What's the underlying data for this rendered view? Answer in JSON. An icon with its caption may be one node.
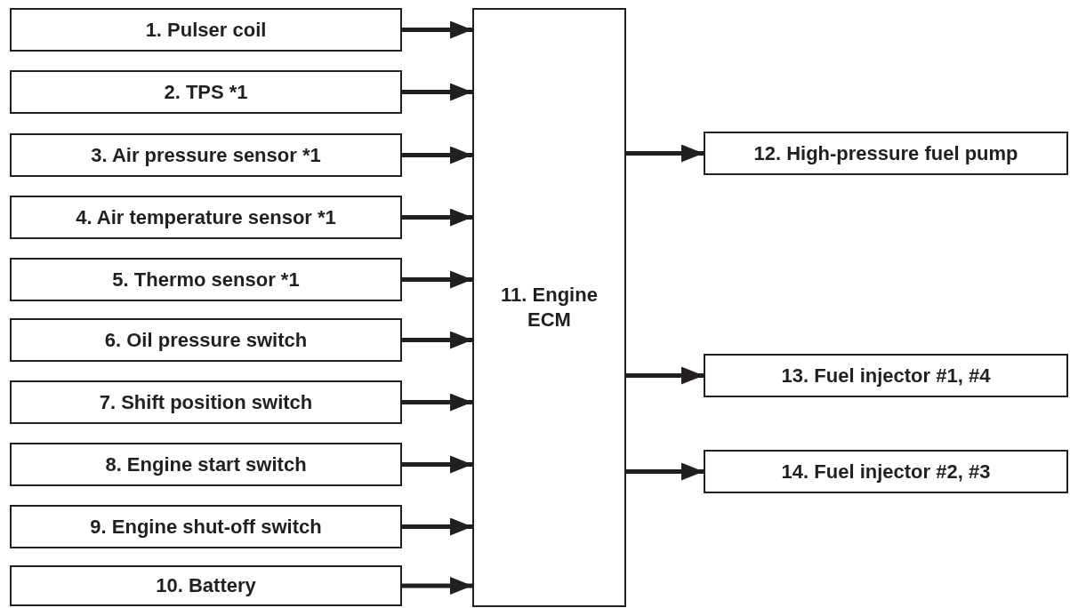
{
  "diagram": {
    "nodes": [
      {
        "text": [
          "1. Pulser coil"
        ]
      },
      {
        "text": [
          "2. TPS *1"
        ]
      },
      {
        "text": [
          "3. Air pressure sensor *1"
        ]
      },
      {
        "text": [
          "4. Air temperature sensor *1"
        ]
      },
      {
        "text": [
          "5. Thermo sensor *1"
        ]
      },
      {
        "text": [
          "6. Oil pressure switch"
        ]
      },
      {
        "text": [
          "7. Shift position switch"
        ]
      },
      {
        "text": [
          "8. Engine start switch"
        ]
      },
      {
        "text": [
          "9. Engine shut-off switch"
        ]
      },
      {
        "text": [
          "10. Battery"
        ]
      },
      {
        "text": [
          "11. Engine ECM"
        ]
      },
      {
        "text": [
          "12. High-pressure fuel pump"
        ]
      },
      {
        "text": [
          "13. Fuel injector #1, #4"
        ]
      },
      {
        "text": [
          "14. Fuel injector #2, #3"
        ]
      }
    ],
    "edges": [
      {
        "from": 0,
        "to": 10,
        "arrow": "to"
      },
      {
        "from": 1,
        "to": 10,
        "arrow": "to"
      },
      {
        "from": 2,
        "to": 10,
        "arrow": "to"
      },
      {
        "from": 3,
        "to": 10,
        "arrow": "to"
      },
      {
        "from": 4,
        "to": 10,
        "arrow": "to"
      },
      {
        "from": 5,
        "to": 10,
        "arrow": "to"
      },
      {
        "from": 6,
        "to": 10,
        "arrow": "to"
      },
      {
        "from": 7,
        "to": 10,
        "arrow": "to"
      },
      {
        "from": 8,
        "to": 10,
        "arrow": "to"
      },
      {
        "from": 9,
        "to": 10,
        "arrow": "to"
      },
      {
        "from": 10,
        "to": 11,
        "arrow": "to"
      },
      {
        "from": 10,
        "to": 12,
        "arrow": "to"
      },
      {
        "from": 10,
        "to": 13,
        "arrow": "to"
      }
    ]
  }
}
